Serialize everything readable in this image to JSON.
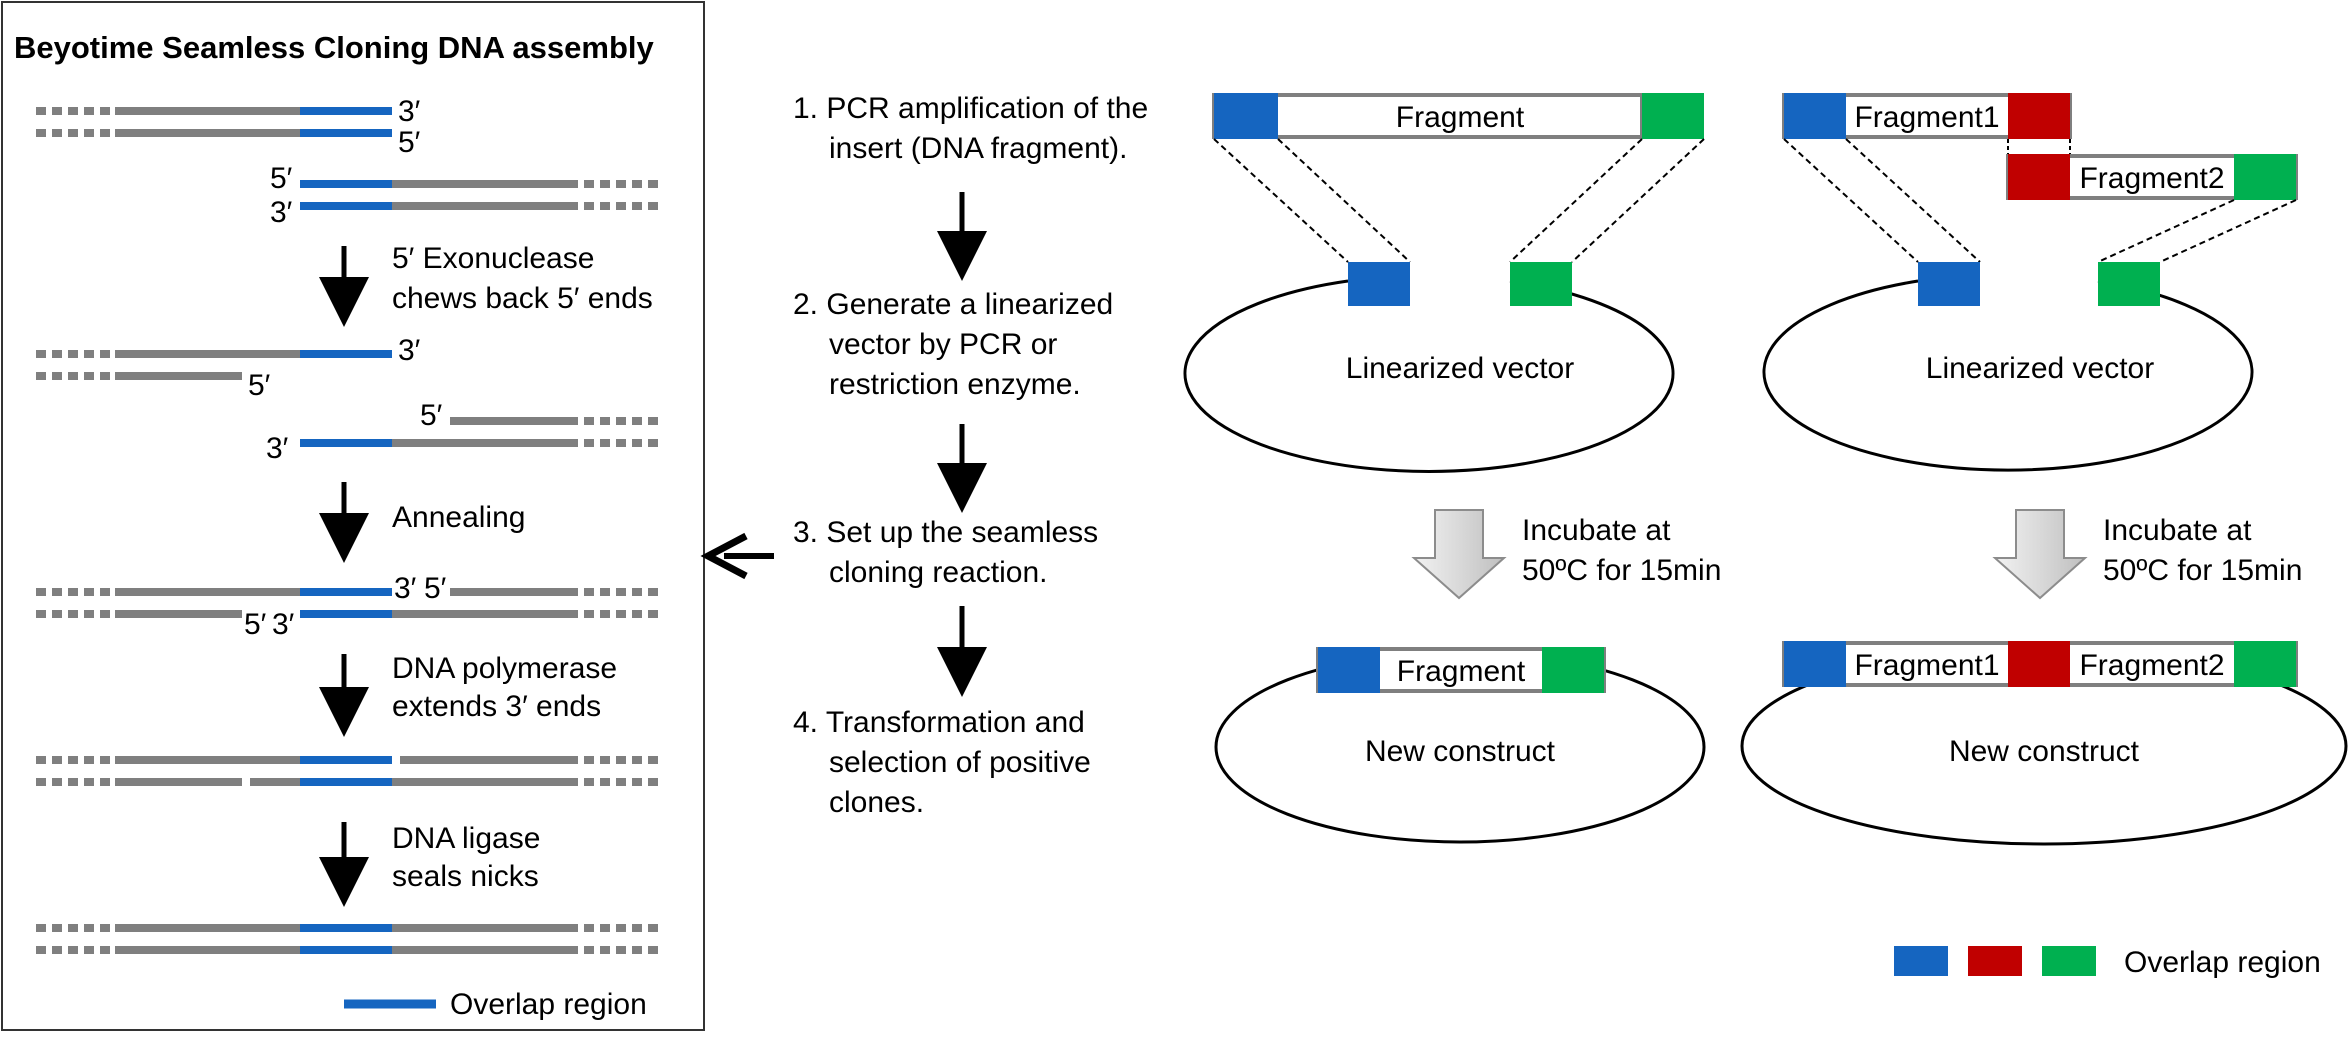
{
  "left_panel": {
    "title": "Beyotime Seamless Cloning  DNA assembly",
    "end_labels": {
      "three_prime": "3′",
      "five_prime": "5′"
    },
    "steps": [
      {
        "line1": "5′ Exonuclease",
        "line2": "chews back 5′ ends"
      },
      {
        "line1": "Annealing",
        "line2": ""
      },
      {
        "line1": "DNA polymerase",
        "line2": "extends 3′ ends"
      },
      {
        "line1": "DNA ligase",
        "line2": "seals  nicks"
      }
    ],
    "legend_label": "Overlap region"
  },
  "workflow": {
    "steps": [
      {
        "lines": [
          "1. PCR amplification of the",
          "insert (DNA fragment)."
        ]
      },
      {
        "lines": [
          "2. Generate a linearized",
          "vector by PCR or",
          "restriction enzyme."
        ]
      },
      {
        "lines": [
          "3. Set up the seamless",
          "cloning reaction."
        ]
      },
      {
        "lines": [
          "4. Transformation and",
          "selection of positive",
          "clones."
        ]
      }
    ]
  },
  "single_fragment": {
    "fragment_label": "Fragment",
    "vector_label": "Linearized  vector",
    "incubate_line1": "Incubate at",
    "incubate_line2": "50ºC for 15min",
    "result_label": "New construct"
  },
  "multi_fragment": {
    "fragment1_label": "Fragment1",
    "fragment2_label": "Fragment2",
    "vector_label": "Linearized  vector",
    "incubate_line1": "Incubate at",
    "incubate_line2": "50ºC for 15min",
    "result_label": "New construct"
  },
  "legend": {
    "label": "Overlap region",
    "swatches": [
      "#1565c0",
      "#c00000",
      "#00b050"
    ]
  },
  "colors": {
    "blue_overlap": "#1565c0",
    "red_overlap": "#c00000",
    "green_overlap": "#00b050",
    "strand_gray": "#7f7f7f"
  }
}
